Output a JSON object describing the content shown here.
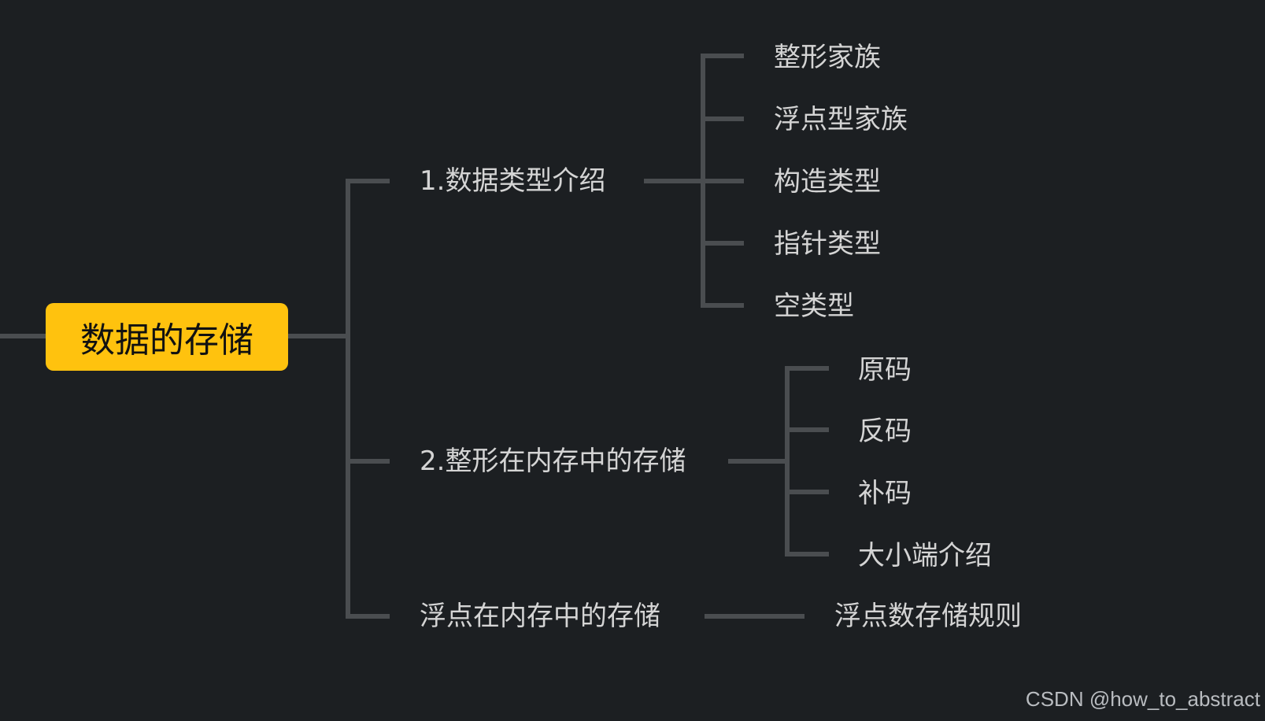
{
  "root": {
    "label": "数据的存储",
    "fill": "#ffc20e"
  },
  "branches": [
    {
      "label": "1.数据类型介绍",
      "children": [
        "整形家族",
        "浮点型家族",
        "构造类型",
        "指针类型",
        "空类型"
      ]
    },
    {
      "label": "2.整形在内存中的存储",
      "children": [
        "原码",
        "反码",
        "补码",
        "大小端介绍"
      ]
    },
    {
      "label": "浮点在内存中的存储",
      "children": [
        "浮点数存储规则"
      ]
    }
  ],
  "watermark": "CSDN @how_to_abstract",
  "colors": {
    "background": "#1c1f22",
    "connector": "#4a4d50",
    "text": "#d4d4d4"
  }
}
